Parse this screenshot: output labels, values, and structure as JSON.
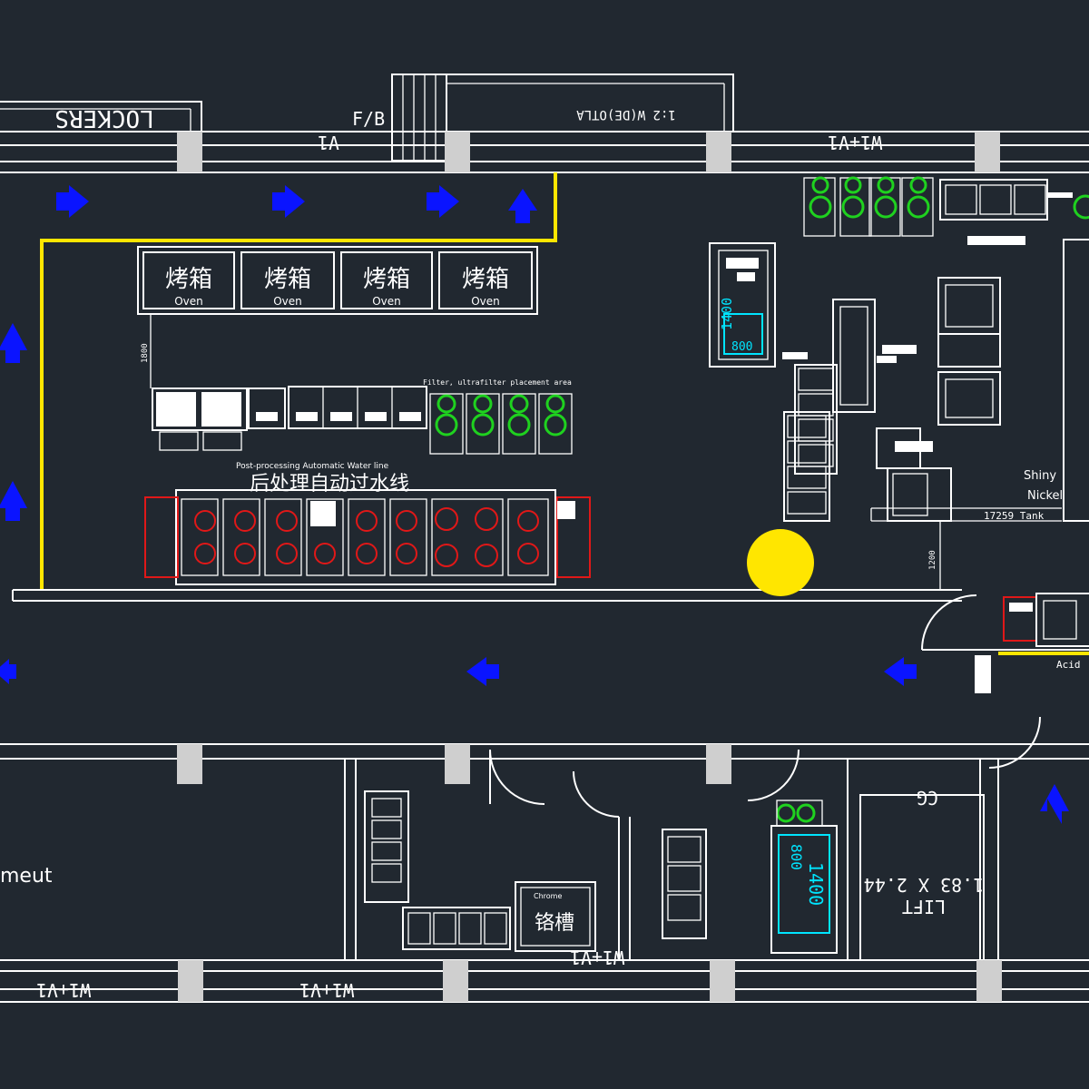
{
  "colors": {
    "background": "#212830",
    "walls": "#ffffff",
    "flow_arrow": "#0a14ff",
    "route_line": "#ffe600",
    "marker": "#ffe600",
    "equipment_green": "#1fd11f",
    "equipment_red": "#e01818",
    "dimension_cyan": "#00e5ff"
  },
  "labels": {
    "lockers": "LOCKERS",
    "fb": "F/B",
    "v1_top": "V1",
    "w1v1_top": "W1+V1",
    "door_top": "1:2 W(DE)OTLA",
    "oven": "烤箱",
    "oven_en": "Oven",
    "post_line_cn": "后处理自动过水线",
    "post_line_en": "Post-processing Automatic Water line",
    "filter_area": "Filter, ultrafilter placement area",
    "shiny": "Shiny",
    "nickel": "Nickel",
    "tank": "17259 Tank",
    "acid": "Acid",
    "meut": "meut",
    "chrome_en": "Chrome",
    "chrome_cn": "铬槽",
    "lift": "LIFT",
    "lift_size": "1.83 X 2.44",
    "cg": "CG",
    "w1v1_bottom_left": "W1+V1",
    "w1v1_bottom_mid": "W1+V1",
    "w1v1_bottom_right": "W1+V1",
    "dim_1400_a": "1400",
    "dim_800_a": "800",
    "dim_1400_b": "1400",
    "dim_800_b": "800",
    "dim_1800": "1800",
    "dim_1200": "1200"
  },
  "icons": {
    "arrows": "flow-direction-arrow-icon",
    "marker": "position-marker-icon",
    "pump": "pump-filter-icon",
    "tank": "process-tank-icon"
  }
}
